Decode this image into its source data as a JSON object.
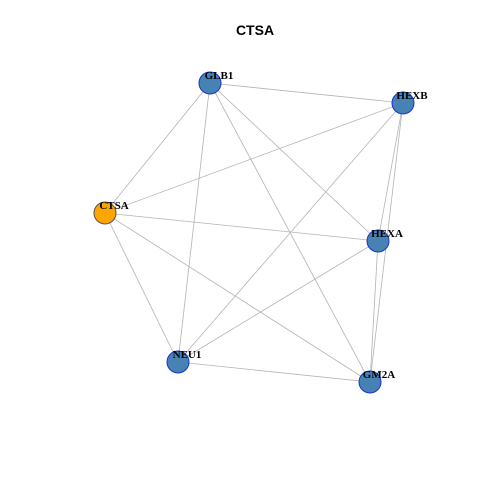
{
  "title": "CTSA",
  "colors": {
    "background": "#ffffff",
    "edge": "#b3b3b3",
    "focus_fill": "#ffa500",
    "focus_stroke": "#555555",
    "node_fill": "#4682b4",
    "node_stroke": "#1a33cc",
    "label": "#000000"
  },
  "nodes": [
    {
      "id": "GLB1",
      "label": "GLB1",
      "focus": false
    },
    {
      "id": "HEXB",
      "label": "HEXB",
      "focus": false
    },
    {
      "id": "CTSA",
      "label": "CTSA",
      "focus": true
    },
    {
      "id": "HEXA",
      "label": "HEXA",
      "focus": false
    },
    {
      "id": "NEU1",
      "label": "NEU1",
      "focus": false
    },
    {
      "id": "GM2A",
      "label": "GM2A",
      "focus": false
    }
  ],
  "edges": [
    [
      "GLB1",
      "HEXB"
    ],
    [
      "GLB1",
      "CTSA"
    ],
    [
      "GLB1",
      "HEXA"
    ],
    [
      "GLB1",
      "NEU1"
    ],
    [
      "GLB1",
      "GM2A"
    ],
    [
      "HEXB",
      "CTSA"
    ],
    [
      "HEXB",
      "NEU1"
    ],
    [
      "HEXB",
      "HEXA"
    ],
    [
      "HEXB",
      "GM2A"
    ],
    [
      "CTSA",
      "HEXA"
    ],
    [
      "CTSA",
      "NEU1"
    ],
    [
      "CTSA",
      "GM2A"
    ],
    [
      "HEXA",
      "NEU1"
    ],
    [
      "HEXA",
      "GM2A"
    ],
    [
      "NEU1",
      "GM2A"
    ]
  ]
}
